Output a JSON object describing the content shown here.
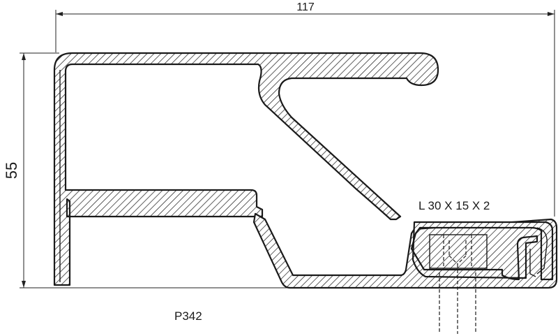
{
  "drawing": {
    "width_dimension": "117",
    "height_dimension": "55",
    "angle_label": "L 30 X 15 X 2",
    "profile_code": "P342"
  }
}
